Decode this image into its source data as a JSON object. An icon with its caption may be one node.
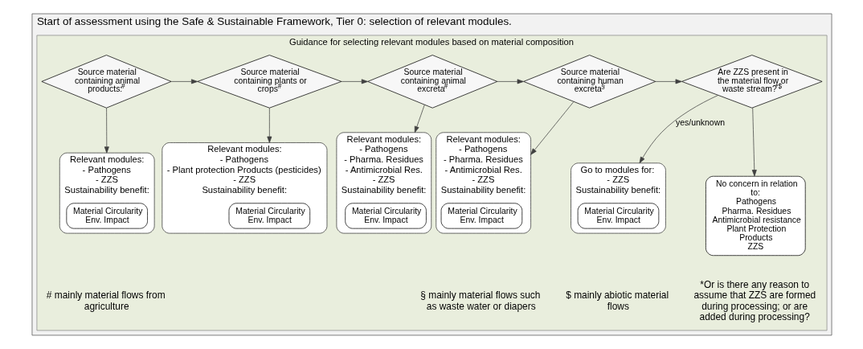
{
  "diagram": {
    "nodes": [
      {
        "text": [
          "Start of assessment using the Safe & Sustainable Framework, Tier 0: selection of relevant modules."
        ]
      },
      {
        "text": [
          "Guidance for selecting relevant modules based on material composition"
        ],
        "in": 0
      },
      {
        "text": [
          "Source material containing animal products:$^{#}$"
        ],
        "in": 1
      },
      {
        "text": [
          "Relevant modules:",
          "- Pathogens",
          "- ZZS",
          "Sustainability benefit:"
        ],
        "in": 1
      },
      {
        "text": [
          "Material Circularity",
          "Env. Impact"
        ],
        "in": 3
      },
      {
        "text": [
          "Source material containing plants or crops$^{#}$"
        ],
        "in": 1
      },
      {
        "text": [
          "Relevant modules:",
          "- Pathogens",
          "- Plant protection Products (pesticides)",
          "- ZZS",
          "Sustainability benefit:"
        ],
        "in": 1
      },
      {
        "text": [
          "Material Circularity",
          "Env. Impact"
        ],
        "in": 6
      },
      {
        "text": [
          "Source material containing animal excreta$^{#}$"
        ],
        "in": 1
      },
      {
        "text": [
          "Relevant modules:",
          "- Pathogens",
          "- Pharma. Residues",
          "- Antimicrobial Res.",
          "- ZZS",
          "Sustainability benefit:"
        ],
        "in": 1
      },
      {
        "text": [
          "Material Circularity",
          "Env. Impact"
        ],
        "in": 9
      },
      {
        "text": [
          "Source material containing human excreta$^{§}$"
        ],
        "in": 1
      },
      {
        "text": [
          "Relevant modules:",
          "- Pathogens",
          "- Pharma. Residues",
          "- Antimicrobial Res.",
          "- ZZS",
          "Sustainability benefit:"
        ],
        "in": 1
      },
      {
        "text": [
          "Material Circularity",
          "Env. Impact"
        ],
        "in": 12
      },
      {
        "text": [
          "Are ZZS present in the material flow or waste stream?$^{*$}$"
        ],
        "in": 1
      },
      {
        "text": [
          "Go to modules for:",
          "- ZZS",
          "Sustainability benefit:"
        ],
        "in": 1
      },
      {
        "text": [
          "Material Circularity",
          "Env. Impact"
        ],
        "in": 15
      },
      {
        "text": [
          "No concern in relation to:",
          "Pathogens",
          "Pharma. Residues",
          "Antimicrobial resistance",
          "Plant Protection Products",
          "ZZS"
        ],
        "in": 1
      }
    ],
    "edges": [
      {
        "from": 2,
        "to": 5,
        "arrow": "to"
      },
      {
        "from": 5,
        "to": 8,
        "arrow": "to"
      },
      {
        "from": 8,
        "to": 11,
        "arrow": "to"
      },
      {
        "from": 11,
        "to": 14,
        "arrow": "to"
      },
      {
        "from": 14,
        "to": 17,
        "arrow": "to"
      },
      {
        "from": 2,
        "to": 3,
        "arrow": "to"
      },
      {
        "from": 5,
        "to": 6,
        "arrow": "to"
      },
      {
        "from": 8,
        "to": 9,
        "arrow": "to"
      },
      {
        "from": 11,
        "to": 12,
        "arrow": "to"
      },
      {
        "from": 14,
        "to": 15,
        "label": "yes/unknown",
        "arrow": "to"
      }
    ],
    "labels": [
      "# mainly material flows from agriculture",
      "§ mainly material flows such as waste water or diapers",
      "$ mainly abiotic material flows",
      "*Or is there any reason to assume that ZZS are formed during processing; or are added during processing?"
    ]
  }
}
